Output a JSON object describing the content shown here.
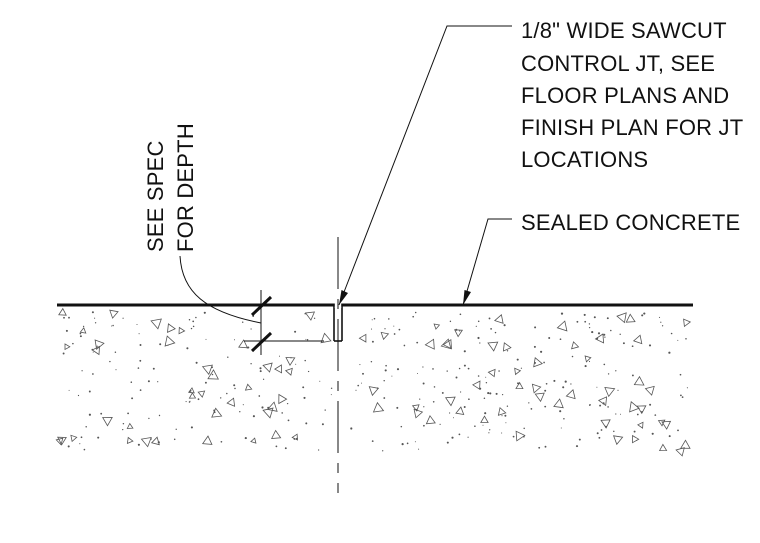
{
  "notes": {
    "sawcut": {
      "lines": [
        "1/8\" WIDE SAWCUT",
        "CONTROL JT, SEE",
        "FLOOR PLANS AND",
        "FINISH PLAN FOR JT",
        "LOCATIONS"
      ]
    },
    "sealed": {
      "lines": [
        "SEALED CONCRETE"
      ]
    },
    "depth": {
      "lines": [
        "SEE SPEC",
        "FOR DEPTH"
      ]
    }
  },
  "colors": {
    "line": "#111111",
    "aggregate": "#555555",
    "background": "#ffffff"
  }
}
